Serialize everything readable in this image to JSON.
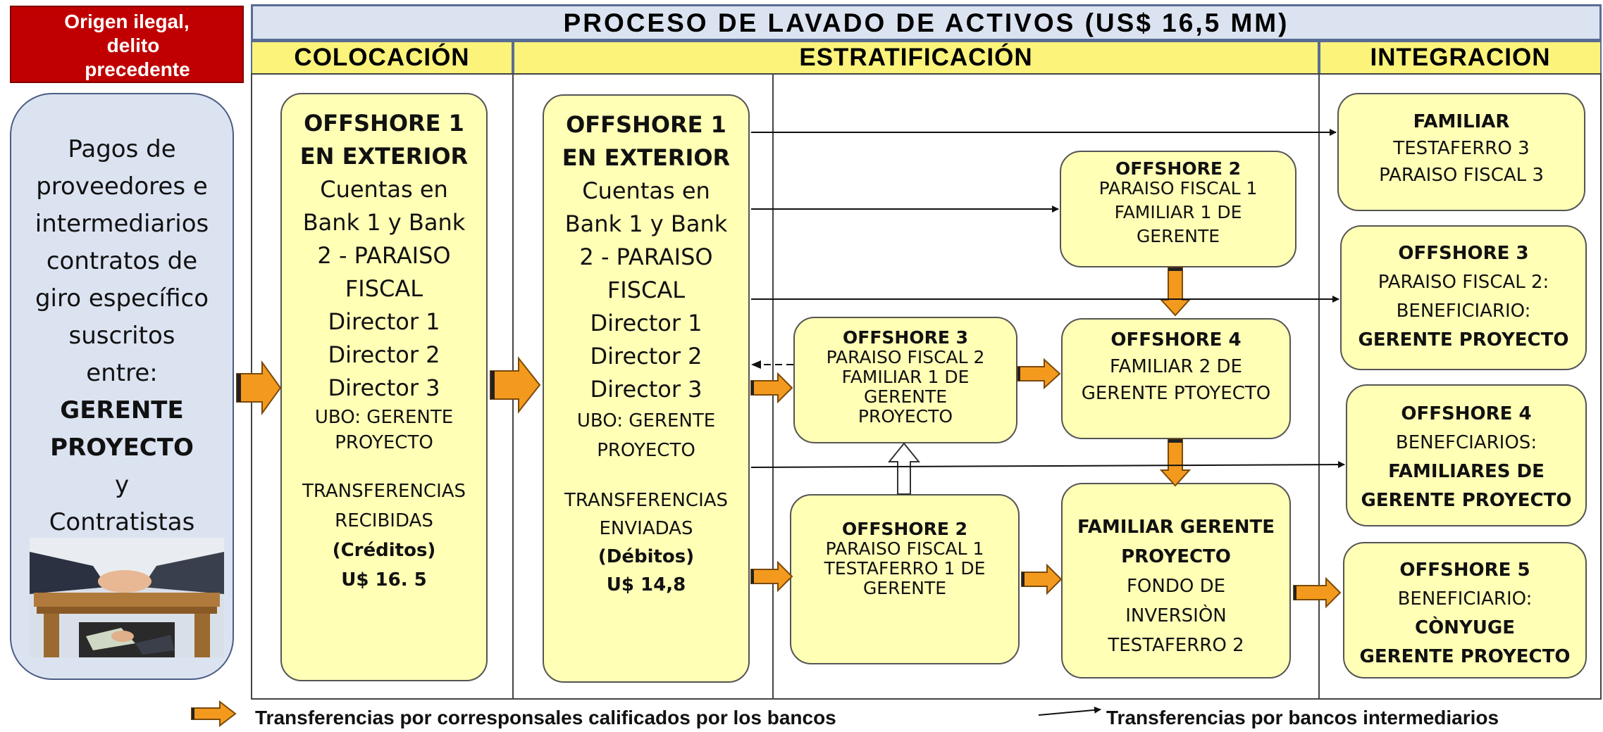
{
  "title": "PROCESO DE LAVADO DE ACTIVOS (US$ 16,5 MM)",
  "origin": [
    "Origen ilegal,",
    "delito",
    "precedente"
  ],
  "stages": {
    "colocacion": "COLOCACIÓN",
    "estratificacion": "ESTRATIFICACIÓN",
    "integracion": "INTEGRACION"
  },
  "source": {
    "lines": [
      "Pagos de",
      "proveedores e",
      "intermediarios",
      "contratos de",
      "giro específico",
      "suscritos",
      "entre:"
    ],
    "bold_lines": [
      "GERENTE",
      "PROYECTO"
    ],
    "tail_lines": [
      "y",
      "Contratistas"
    ]
  },
  "colocacion_box": {
    "title": [
      "OFFSHORE 1",
      "EN EXTERIOR"
    ],
    "lines": [
      "Cuentas en",
      "Bank 1 y  Bank",
      "2 - PARAISO",
      "FISCAL",
      "Director 1",
      "Director 2",
      "Director 3"
    ],
    "ubo": [
      "UBO: GERENTE",
      "PROYECTO"
    ],
    "transfer": [
      "TRANSFERENCIAS",
      "RECIBIDAS"
    ],
    "kind": "(Créditos)",
    "amount": "U$ 16. 5"
  },
  "estrat_box": {
    "title": [
      "OFFSHORE 1",
      "EN EXTERIOR"
    ],
    "lines": [
      "Cuentas en",
      "Bank 1 y  Bank",
      "2 - PARAISO",
      "FISCAL",
      "Director 1",
      "Director 2",
      "Director 3"
    ],
    "ubo": [
      "UBO: GERENTE",
      "PROYECTO"
    ],
    "transfer": [
      "TRANSFERENCIAS",
      "ENVIADAS"
    ],
    "kind": "(Débitos)",
    "amount": "U$ 14,8"
  },
  "offshore3_mid": {
    "title": "OFFSHORE 3",
    "lines": [
      "PARAISO FISCAL 2",
      "FAMILIAR 1 DE",
      "GERENTE",
      "PROYECTO"
    ]
  },
  "offshore2_low": {
    "title": "OFFSHORE 2",
    "lines": [
      "PARAISO FISCAL 1",
      "TESTAFERRO 1 DE",
      "GERENTE"
    ]
  },
  "offshore2_top": {
    "title": "OFFSHORE 2",
    "lines": [
      "PARAISO FISCAL 1",
      "FAMILIAR 1 DE",
      "GERENTE"
    ]
  },
  "offshore4_mid": {
    "title": "OFFSHORE 4",
    "lines": [
      "FAMILIAR 2 DE",
      "GERENTE PTOYECTO"
    ]
  },
  "familiar_gerente": {
    "title": [
      "FAMILIAR GERENTE",
      "PROYECTO"
    ],
    "lines": [
      "FONDO DE",
      "INVERSIÒN",
      "TESTAFERRO 2"
    ]
  },
  "integ": [
    {
      "title": "FAMILIAR",
      "lines": [
        "TESTAFERRO 3",
        "PARAISO FISCAL 3"
      ],
      "bold_tail": []
    },
    {
      "title": "OFFSHORE 3",
      "lines": [
        "PARAISO FISCAL 2:",
        "BENEFICIARIO:"
      ],
      "bold_tail": [
        "GERENTE  PROYECTO"
      ]
    },
    {
      "title": "OFFSHORE 4",
      "lines": [
        "BENEFCIARIOS:"
      ],
      "bold_tail": [
        "FAMILIARES DE",
        "GERENTE PROYECTO"
      ]
    },
    {
      "title": "OFFSHORE 5",
      "lines": [
        "BENEFICIARIO:"
      ],
      "bold_tail": [
        "CÒNYUGE",
        "GERENTE  PROYECTO"
      ]
    }
  ],
  "legend": {
    "orange": "Transferencias por corresponsales calificados por los bancos",
    "thin": "Transferencias por bancos intermediarios"
  },
  "colors": {
    "origin_red": "#c00000",
    "title_blue": "#dbe3f1",
    "stage_yellow": "#fbf37a",
    "box_yellow": "#ffffb6",
    "arrow_orange": "#f39a1e"
  }
}
